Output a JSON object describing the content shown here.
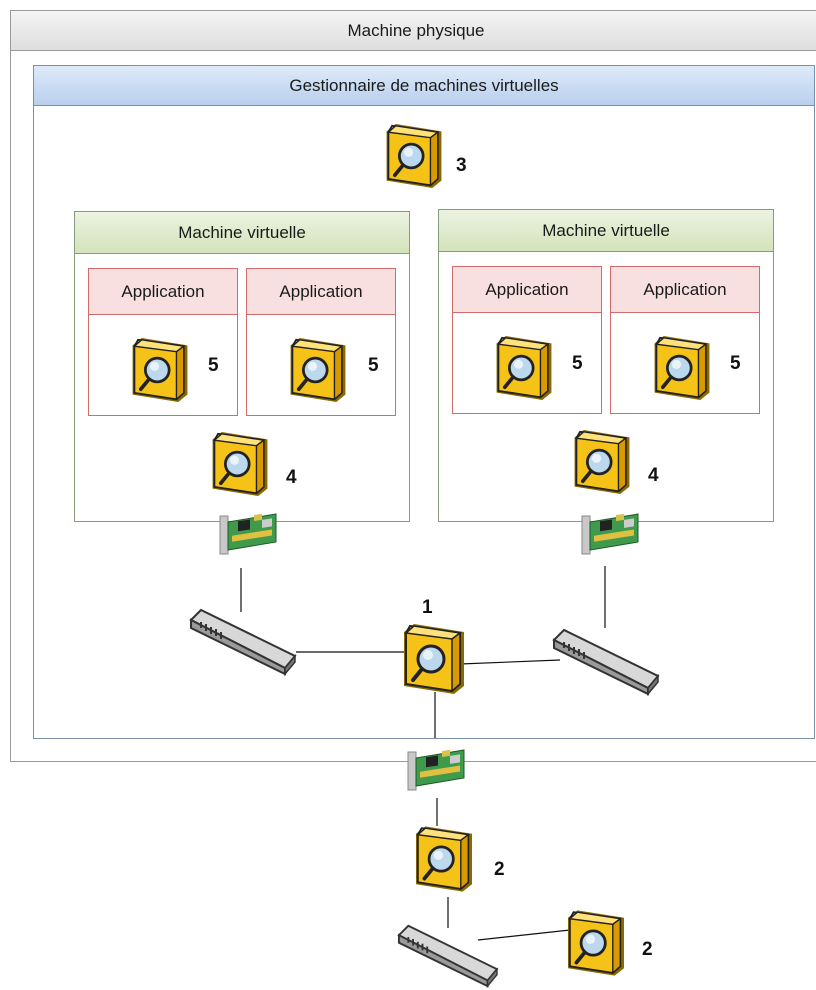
{
  "physical": {
    "title": "Machine physique"
  },
  "hypervisor": {
    "title": "Gestionnaire de machines virtuelles",
    "label": "3"
  },
  "vms": [
    {
      "title": "Machine virtuelle",
      "label": "4",
      "apps": [
        {
          "title": "Application",
          "label": "5"
        },
        {
          "title": "Application",
          "label": "5"
        }
      ]
    },
    {
      "title": "Machine virtuelle",
      "label": "4",
      "apps": [
        {
          "title": "Application",
          "label": "5"
        },
        {
          "title": "Application",
          "label": "5"
        }
      ]
    }
  ],
  "virtual_switch_monitor": {
    "label": "1"
  },
  "external": [
    {
      "label": "2"
    },
    {
      "label": "2"
    }
  ],
  "colors": {
    "physical_header": "#e8e8e8",
    "hypervisor_header": "#c9dcf3",
    "vm_header": "#dde9c8",
    "app_header": "#f6d9d9",
    "app_border": "#d46b6b",
    "monitor_yellow": "#f5c218",
    "lens": "#bcd8ee"
  }
}
